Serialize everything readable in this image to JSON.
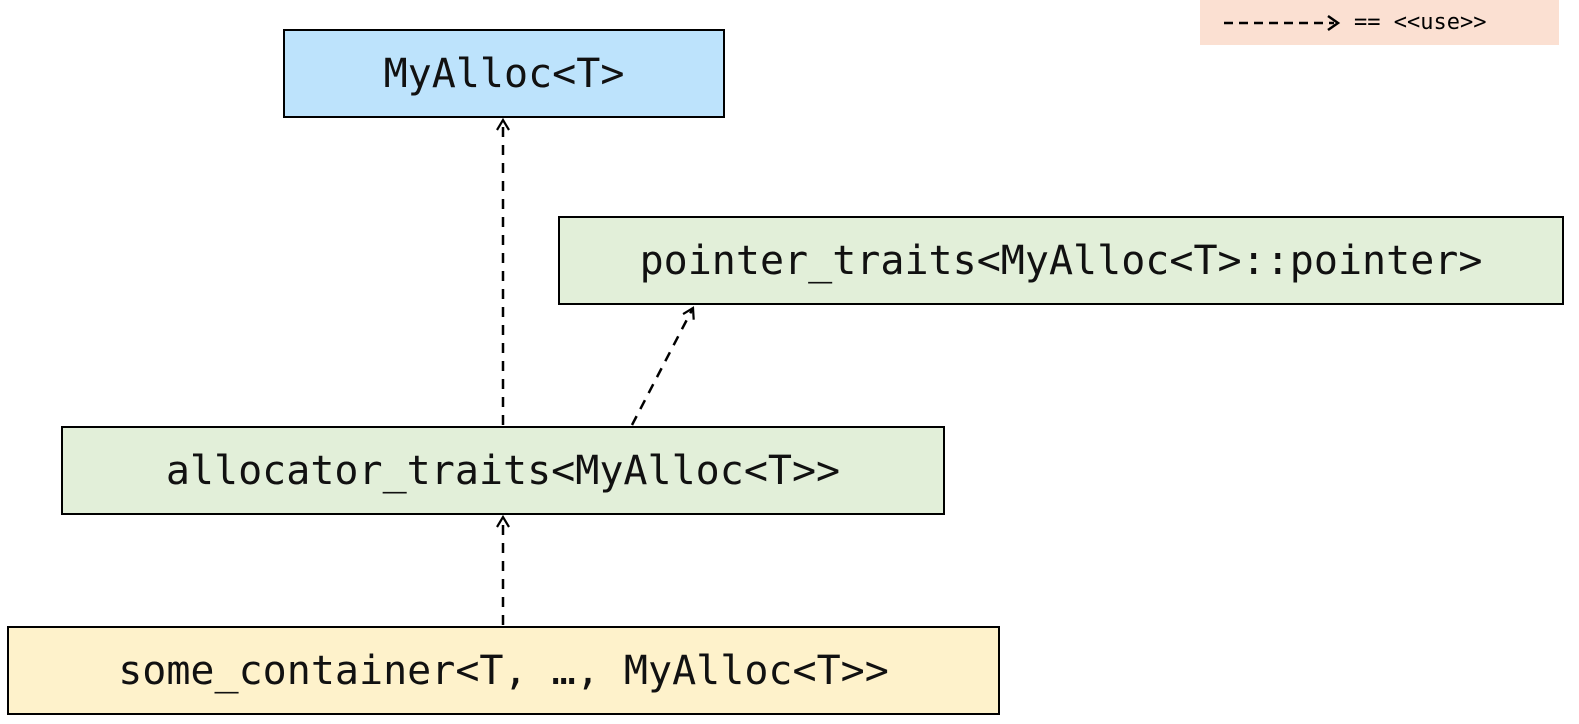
{
  "colors": {
    "myalloc_fill": "#bde3fc",
    "traits_fill": "#e2efd9",
    "container_fill": "#fef2cb",
    "legend_fill": "#fbe0d2",
    "border": "#000000"
  },
  "legend": {
    "arrow_icon": "dashed-arrow",
    "text": "== <<use>>"
  },
  "nodes": {
    "myalloc": "MyAlloc<T>",
    "pointer_traits": "pointer_traits<MyAlloc<T>::pointer>",
    "allocator_traits": "allocator_traits<MyAlloc<T>>",
    "some_container": "some_container<T, …, MyAlloc<T>>"
  },
  "edges": [
    {
      "from": "allocator_traits",
      "to": "myalloc",
      "style": "dashed-open-arrow",
      "meaning": "use"
    },
    {
      "from": "allocator_traits",
      "to": "pointer_traits",
      "style": "dashed-open-arrow",
      "meaning": "use"
    },
    {
      "from": "some_container",
      "to": "allocator_traits",
      "style": "dashed-open-arrow",
      "meaning": "use"
    }
  ]
}
